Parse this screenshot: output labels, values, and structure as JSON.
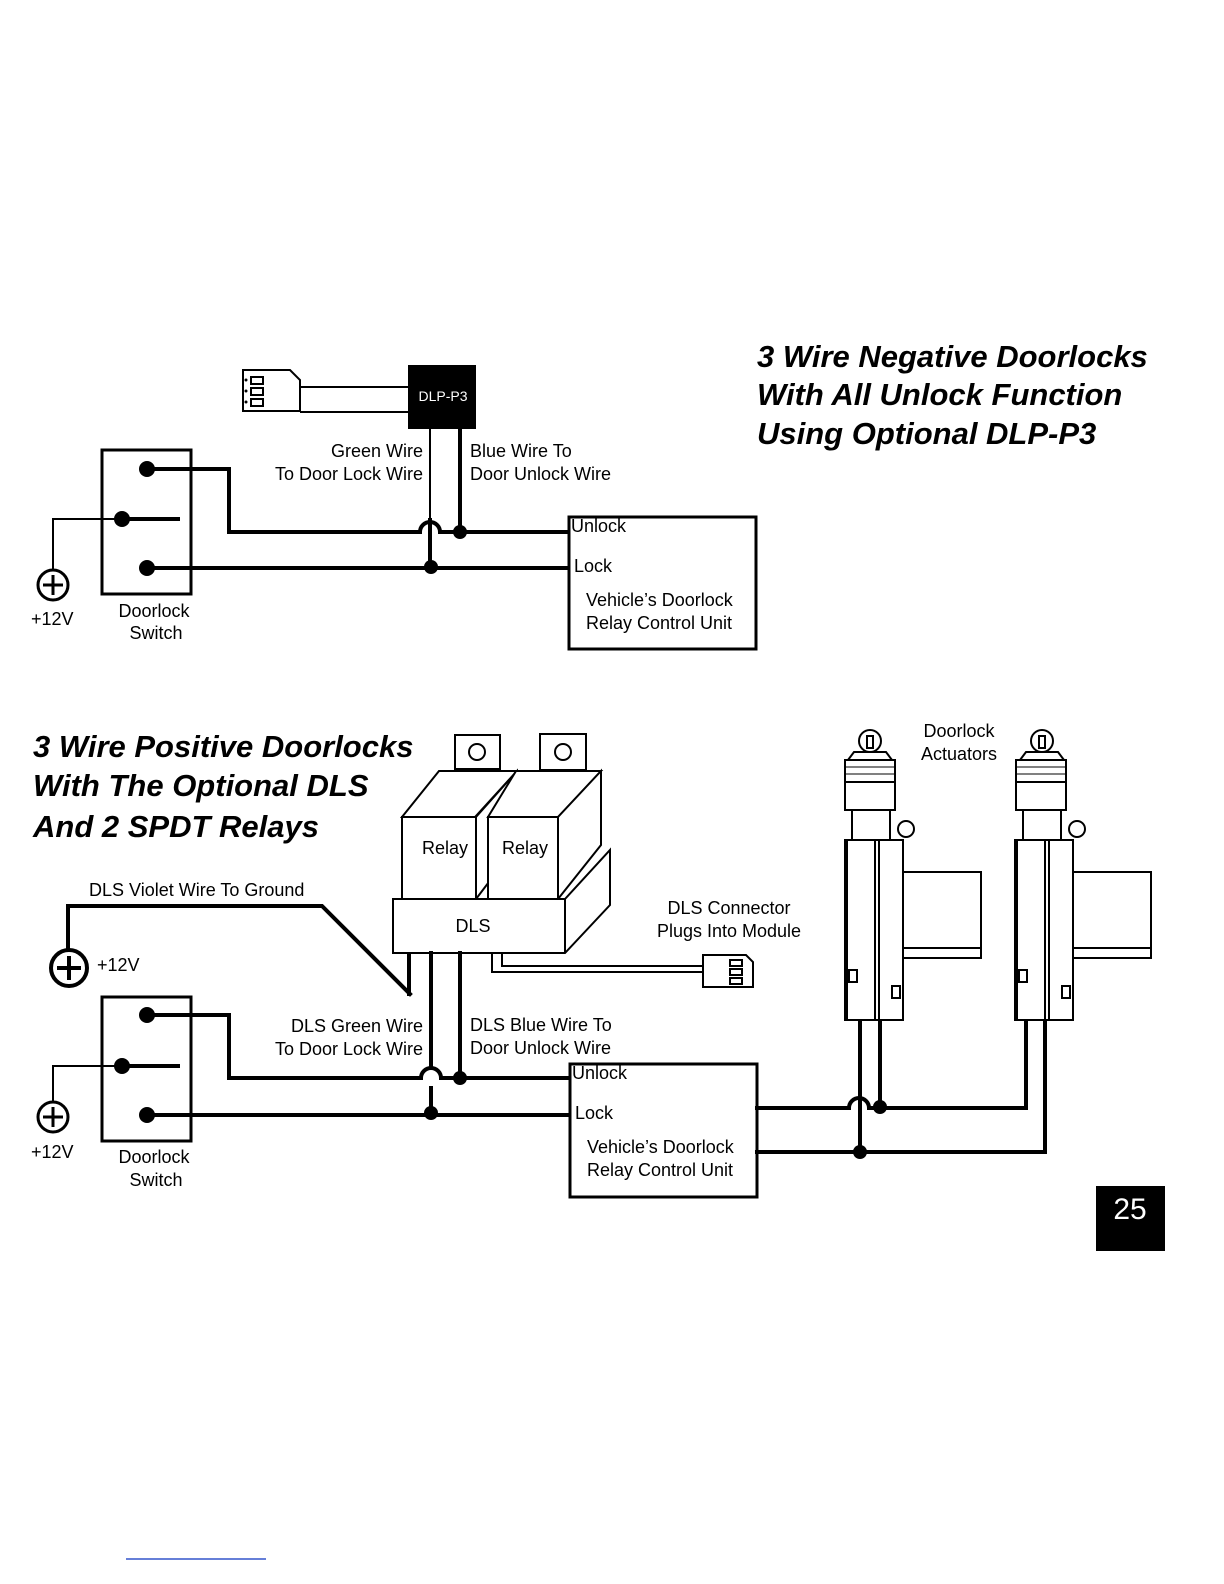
{
  "top_diagram": {
    "title_lines": [
      "3 Wire Negative Doorlocks",
      "With All Unlock Function",
      "Using Optional DLP-P3"
    ],
    "module_label": "DLP-P3",
    "green_wire_lines": [
      "Green Wire",
      "To Door Lock Wire"
    ],
    "blue_wire_lines": [
      "Blue Wire To",
      "Door Unlock Wire"
    ],
    "unlock_label": "Unlock",
    "lock_label": "Lock",
    "relay_unit_lines": [
      "Vehicle’s Doorlock",
      "Relay Control Unit"
    ],
    "power_label": "+12V",
    "switch_lines": [
      "Doorlock",
      "Switch"
    ]
  },
  "bottom_diagram": {
    "title_lines": [
      "3 Wire Positive Doorlocks",
      "With The Optional DLS",
      "And 2 SPDT Relays"
    ],
    "relay_label": "Relay",
    "dls_label": "DLS",
    "violet_wire_label": "DLS Violet Wire To Ground",
    "connector_lines": [
      "DLS Connector",
      "Plugs Into Module"
    ],
    "actuators_lines": [
      "Doorlock",
      "Actuators"
    ],
    "green_wire_lines": [
      "DLS Green Wire",
      "To Door Lock Wire"
    ],
    "blue_wire_lines": [
      "DLS Blue Wire To",
      "Door Unlock Wire"
    ],
    "unlock_label": "Unlock",
    "lock_label": "Lock",
    "relay_unit_lines": [
      "Vehicle’s Doorlock",
      "Relay Control Unit"
    ],
    "power_label": "+12V",
    "switch_lines": [
      "Doorlock",
      "Switch"
    ]
  },
  "page_number": "25",
  "colors": {
    "ink": "#000000",
    "paper": "#ffffff",
    "footer_rule": "#3355cc"
  }
}
